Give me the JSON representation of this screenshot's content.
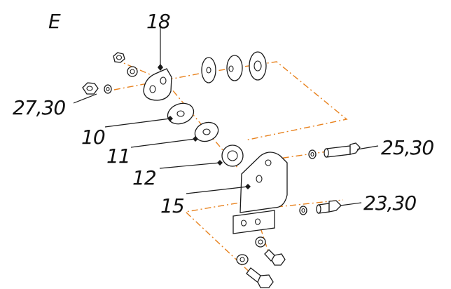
{
  "diagram": {
    "view_label": "E",
    "callouts": [
      {
        "id": "c18",
        "text": "18"
      },
      {
        "id": "c2730",
        "text": "27,30"
      },
      {
        "id": "c10",
        "text": "10"
      },
      {
        "id": "c11",
        "text": "11"
      },
      {
        "id": "c12",
        "text": "12"
      },
      {
        "id": "c15",
        "text": "15"
      },
      {
        "id": "c2530",
        "text": "25,30"
      },
      {
        "id": "c2330",
        "text": "23,30"
      }
    ],
    "colors": {
      "line": "#1a1a1a",
      "centerline": "#e8821e",
      "background": "#ffffff"
    }
  }
}
